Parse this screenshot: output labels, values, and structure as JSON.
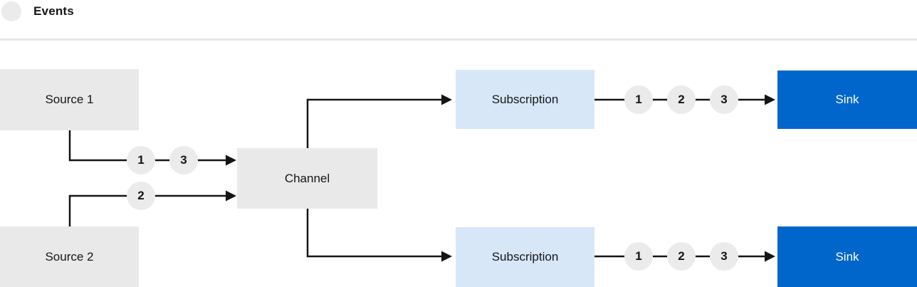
{
  "legend": {
    "label": "Events",
    "swatch_icon": "event-circle"
  },
  "colors": {
    "box_gray": "#e9e9e9",
    "subscription_blue": "#d7e7f8",
    "sink_blue": "#0066cc",
    "line": "#151515",
    "text_dark": "#151515",
    "text_light": "#ffffff",
    "separator": "#e7e7e7",
    "event_circle": "#ebebeb"
  },
  "nodes": {
    "source1": "Source 1",
    "source2": "Source 2",
    "channel": "Channel",
    "subscription_top": "Subscription",
    "subscription_bottom": "Subscription",
    "sink_top": "Sink",
    "sink_bottom": "Sink"
  },
  "events": {
    "source1_to_channel": [
      "1",
      "3"
    ],
    "source2_to_channel": [
      "2"
    ],
    "subscription_top_to_sink": [
      "1",
      "2",
      "3"
    ],
    "subscription_bottom_to_sink": [
      "1",
      "2",
      "3"
    ]
  }
}
